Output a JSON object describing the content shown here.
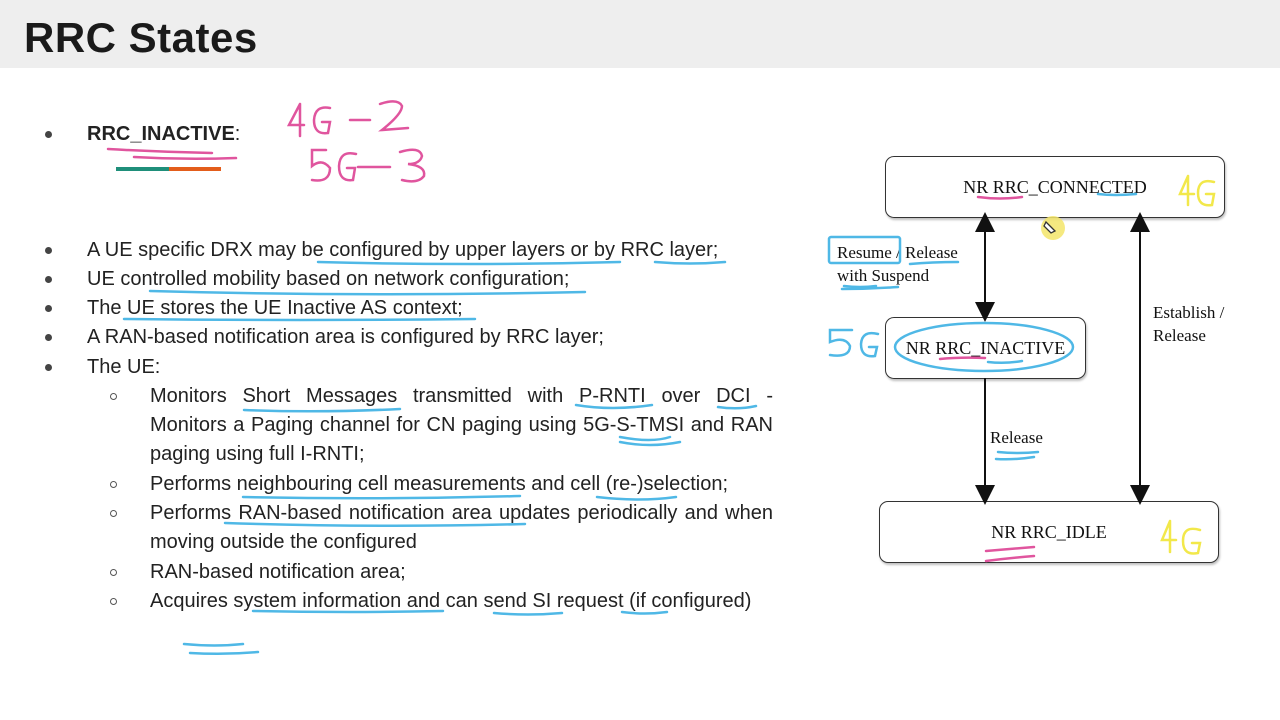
{
  "header": {
    "title": "RRC States"
  },
  "heading": {
    "label": "RRC_INACTIVE",
    "colon": ":"
  },
  "handwriting": {
    "line1": "4G - 2",
    "line2": "5G - 3",
    "connected_tag": "4G",
    "inactive_tag": "5G",
    "idle_tag": "4G"
  },
  "bullets": [
    "A UE specific DRX may be configured by upper layers or by RRC layer;",
    "UE controlled mobility based on network configuration;",
    "The UE stores the UE Inactive AS context;",
    "A RAN-based notification area is configured by RRC layer;",
    "The UE:"
  ],
  "sub_bullets": [
    "Monitors Short Messages transmitted with P-RNTI over DCI - Monitors a Paging channel for CN paging using 5G-S-TMSI and RAN paging using full I-RNTI;",
    "Performs neighbouring cell measurements and cell (re-)selection;",
    "Performs RAN-based notification area updates periodically and when moving outside the configured",
    "RAN-based notification area;",
    "Acquires system information and can send SI request (if configured)"
  ],
  "diagram": {
    "connected": "NR RRC_CONNECTED",
    "inactive": "NR RRC_INACTIVE",
    "idle": "NR RRC_IDLE",
    "resume_label_1": "Resume / Release",
    "resume_label_2": "with Suspend",
    "establish_label_1": "Establish /",
    "establish_label_2": "Release",
    "release_label": "Release"
  },
  "colors": {
    "accent_teal": "#1f8f7a",
    "accent_orange": "#e35d1b",
    "ink_pink": "#e0559e",
    "ink_blue": "#4fb8e6",
    "ink_yellow": "#f2e84a"
  }
}
